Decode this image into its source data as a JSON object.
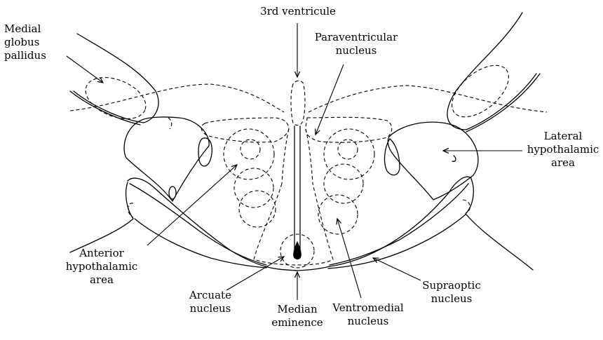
{
  "labels": {
    "third_ventricule": "3rd ventricule",
    "medial_globus_pallidus": "Medial\nglobus\npallidus",
    "paraventricular_nucleus": "Paraventricular\nnucleus",
    "lateral_hypothalamic_area": "Lateral\nhypothalamic\narea",
    "anterior_hypothalamic_area": "Anterior\nhypothalamic\narea",
    "arcuate_nucleus": "Arcuate\nnucleus",
    "median_eminence": "Median\neminence",
    "ventromedial_nucleus": "Ventromedial\nnucleus",
    "supraoptic_nucleus": "Supraoptic\nnucleus"
  },
  "colors": {
    "stroke": "#000000",
    "background": "#ffffff"
  }
}
